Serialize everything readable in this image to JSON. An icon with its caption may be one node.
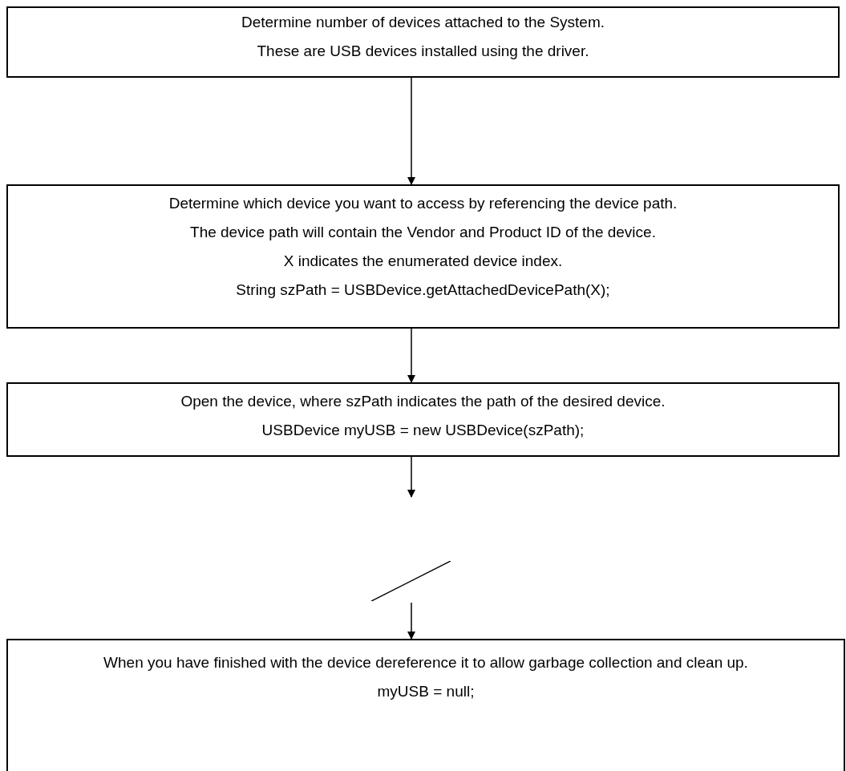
{
  "diagram": {
    "nodes": [
      {
        "text": [
          "Determine number of devices attached to the System.",
          "These are USB devices installed using the driver."
        ]
      },
      {
        "text": [
          "Determine which device you want to access by referencing the device path.",
          "The device path will contain the Vendor and Product ID of the device.",
          "X indicates the enumerated device index.",
          "String szPath = USBDevice.getAttachedDevicePath(X);"
        ]
      },
      {
        "text": [
          "Open the device, where szPath indicates the path of the desired device.",
          "USBDevice myUSB = new USBDevice(szPath);"
        ]
      },
      {
        "text": [],
        "shape": "line"
      },
      {
        "text": [
          "When you have finished with the device dereference it to allow garbage collection and clean up.",
          "myUSB = null;"
        ]
      }
    ],
    "edges": [
      {
        "from": 0,
        "to": 1,
        "arrow": "to"
      },
      {
        "from": 1,
        "to": 2,
        "arrow": "to"
      },
      {
        "from": 2,
        "to": null,
        "arrow": "to"
      },
      {
        "from": 3,
        "to": 4,
        "arrow": "to"
      }
    ]
  }
}
